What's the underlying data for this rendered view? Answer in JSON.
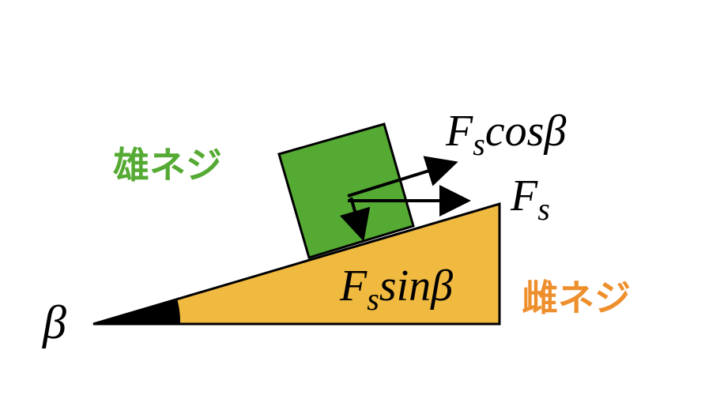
{
  "labels": {
    "male_screw": "雄ネジ",
    "female_screw": "雌ネジ",
    "angle_symbol": "β",
    "force_main": "F",
    "force_sub": "s",
    "cos_func": "cosβ",
    "sin_func": "sinβ"
  },
  "colors": {
    "block": "#55aa33",
    "wedge": "#f0b940",
    "male_label": "#55aa33",
    "female_label": "#ee8f2d",
    "ink": "#000000"
  }
}
